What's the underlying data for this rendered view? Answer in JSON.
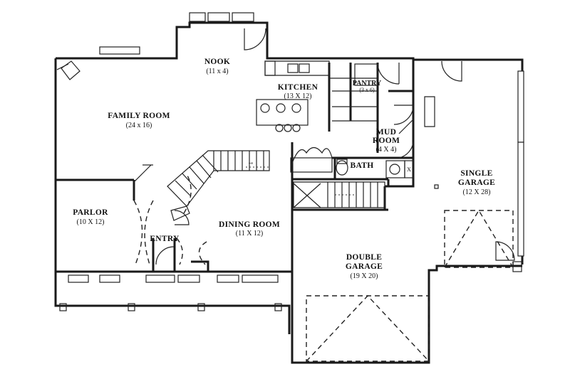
{
  "rooms": {
    "nook": {
      "name": "NOOK",
      "dims": "(11 x 4)"
    },
    "kitchen": {
      "name": "KITCHEN",
      "dims": "(13 X 12)"
    },
    "pantry": {
      "name": "PANTRY",
      "dims": "(3 x 6)"
    },
    "family_room": {
      "name": "FAMILY ROOM",
      "dims": "(24 x 16)"
    },
    "mud_room": {
      "name_line1": "MUD",
      "name_line2": "ROOM",
      "dims": "(4 X 4)"
    },
    "bath": {
      "name": "BATH"
    },
    "single_garage": {
      "name_line1": "SINGLE",
      "name_line2": "GARAGE",
      "dims": "(12 X 28)"
    },
    "parlor": {
      "name": "PARLOR",
      "dims": "(10 X 12)"
    },
    "entry": {
      "name": "ENTRY"
    },
    "dining_room": {
      "name": "DINING ROOM",
      "dims": "(11 X 12)"
    },
    "double_garage": {
      "name_line1": "DOUBLE",
      "name_line2": "GARAGE",
      "dims": "(19 X 20)"
    }
  }
}
